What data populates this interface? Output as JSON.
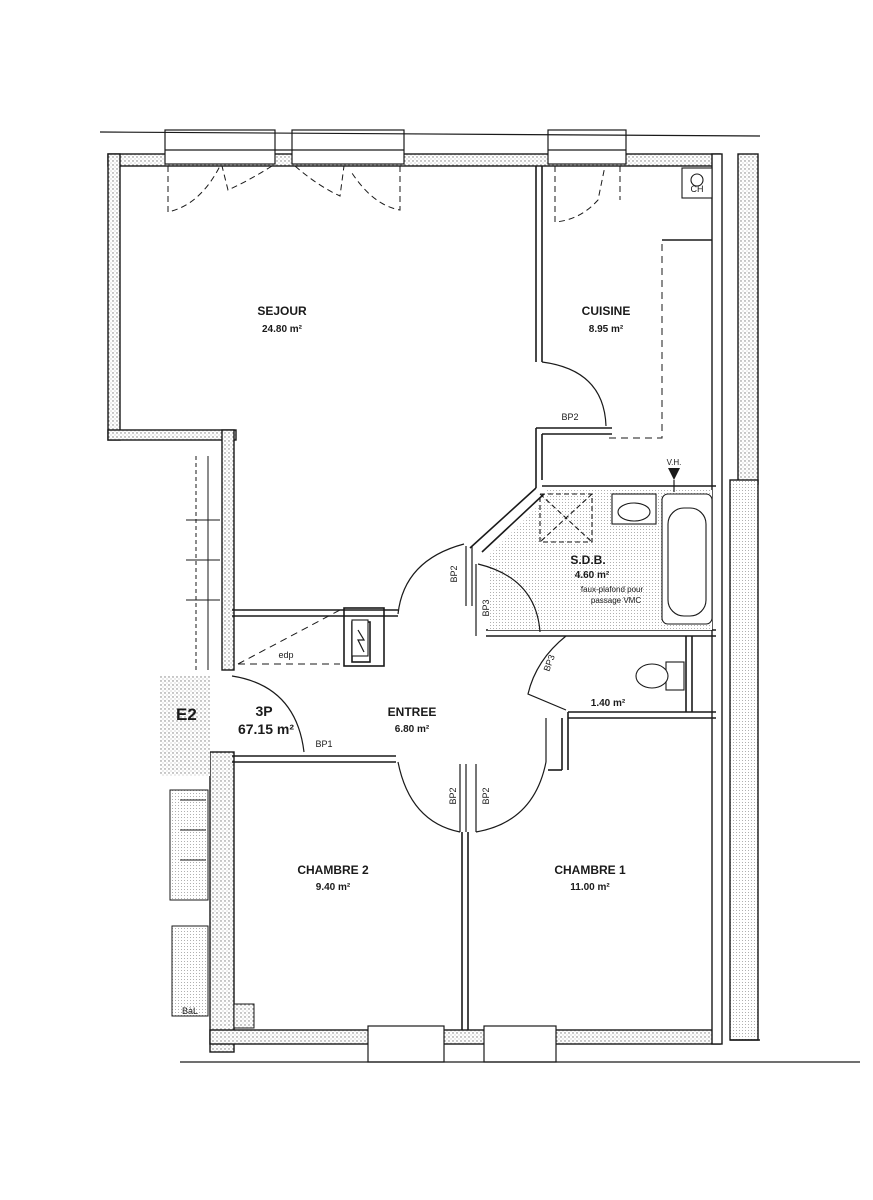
{
  "rooms": {
    "sejour": {
      "name": "SEJOUR",
      "area": "24.80 m²"
    },
    "cuisine": {
      "name": "CUISINE",
      "area": "8.95 m²"
    },
    "sdb": {
      "name": "S.D.B.",
      "area": "4.60 m²",
      "note_line1": "faux-plafond pour",
      "note_line2": "passage VMC"
    },
    "wc": {
      "area": "1.40 m²"
    },
    "entree": {
      "name": "ENTREE",
      "area": "6.80 m²"
    },
    "chambre2": {
      "name": "CHAMBRE 2",
      "area": "9.40 m²"
    },
    "chambre1": {
      "name": "CHAMBRE 1",
      "area": "11.00 m²"
    }
  },
  "apartment": {
    "code": "E2",
    "type": "3P",
    "total_area": "67.15 m²"
  },
  "doors": {
    "bp2_cuisine": "BP2",
    "bp2_sdb": "BP2",
    "bp3_sdb": "BP3",
    "bp3_wc": "BP3",
    "bp1_entree": "BP1",
    "bp2_chambre2": "BP2",
    "bp2_chambre1": "BP2"
  },
  "fixtures": {
    "ch": "CH",
    "vh": "V.H.",
    "edp": "edp"
  },
  "margin_text": "BàL",
  "colors": {
    "ink": "#1a1a1a",
    "hatch": "#8a8a8a",
    "paper": "#ffffff"
  }
}
